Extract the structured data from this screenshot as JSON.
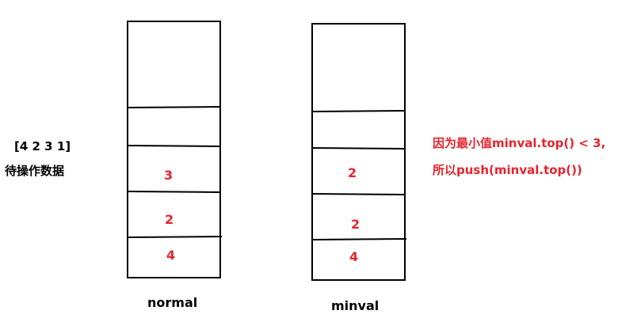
{
  "left_panel": {
    "data_array": "[4 2 3 1]",
    "caption": "待操作数据"
  },
  "stacks": {
    "normal": {
      "label": "normal",
      "values": [
        "3",
        "2",
        "4"
      ]
    },
    "minval": {
      "label": "minval",
      "values": [
        "2",
        "2",
        "4"
      ]
    }
  },
  "note": {
    "line1": "因为最小值minval.top() < 3,",
    "line2": "所以push(minval.top())"
  },
  "colors": {
    "stroke": "#000000",
    "value_text": "#e8232d",
    "note_text": "#e8232d"
  }
}
